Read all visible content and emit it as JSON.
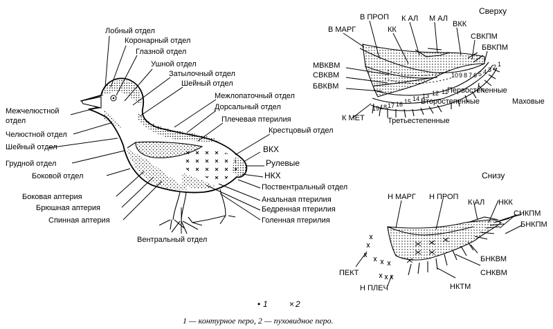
{
  "bird_labels": [
    "Лобный отдел",
    "Коронарный отдел",
    "Глазной отдел",
    "Ушной отдел",
    "Затылочный отдел",
    "Шейный отдел",
    "Межлопаточный отдел",
    "Дорсальный отдел",
    "Плечевая птерилия",
    "Крестцовый отдел",
    "ВКХ",
    "Рулевые",
    "НКХ",
    "Поствентральный отдел",
    "Анальная птерилия",
    "Бедренная птерилия",
    "Голенная птерилия",
    "Вентральный отдел",
    "Спинная аптерия",
    "Брюшная аптерия",
    "Боковая аптерия",
    "Боковой отдел",
    "Грудной отдел",
    "Шейный отдел",
    "Челюстной отдел",
    "Межчелюстной",
    "отдел"
  ],
  "upper_wing": {
    "heading": "Сверху",
    "labels": [
      "В ПРОП",
      "К АЛ",
      "М АЛ",
      "В МАРГ",
      "КК",
      "ВКК",
      "СВКПМ",
      "БВКПМ",
      "МВКВМ",
      "СВКВМ",
      "БВКВМ",
      "Первостепенные",
      "Второстепенные",
      "Маховые",
      "К МЕТ",
      "Третьестепенные"
    ],
    "primary_numbers": [
      "10",
      "9",
      "8",
      "7",
      "6",
      "5",
      "4",
      "3",
      "2",
      "1"
    ],
    "secondary_numbers": [
      "19",
      "18",
      "17",
      "16",
      "15",
      "14",
      "13",
      "12",
      "11"
    ]
  },
  "lower_wing": {
    "heading": "Снизу",
    "labels": [
      "Н МАРГ",
      "Н ПРОП",
      "К АЛ",
      "НКК",
      "СНКПМ",
      "БНКПМ",
      "БНКВМ",
      "СНКВМ",
      "НКТМ",
      "ПЕКТ",
      "Н ПЛЕЧ"
    ]
  },
  "legend": {
    "item1_symbol": "•",
    "item1_number": "1",
    "item2_symbol": "×",
    "item2_number": "2"
  },
  "caption": "1 — контурное перо, 2 — пуховидное перо."
}
